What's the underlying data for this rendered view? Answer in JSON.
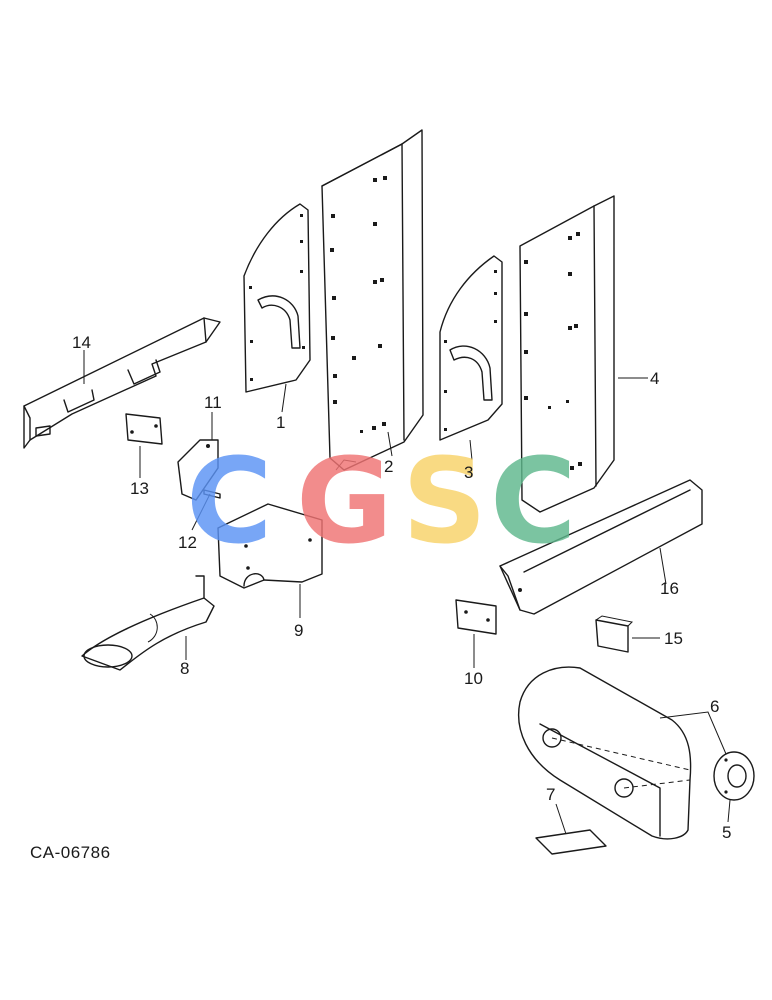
{
  "diagram": {
    "reference_code": "CA-06786",
    "callouts": [
      "1",
      "2",
      "3",
      "4",
      "5",
      "6",
      "7",
      "8",
      "9",
      "10",
      "11",
      "12",
      "13",
      "14",
      "15",
      "16"
    ],
    "watermark": {
      "letters": [
        "C",
        "G",
        "S",
        "C"
      ],
      "colors": [
        "#5b93f5",
        "#f07373",
        "#f8d368",
        "#5fb88d"
      ]
    }
  }
}
